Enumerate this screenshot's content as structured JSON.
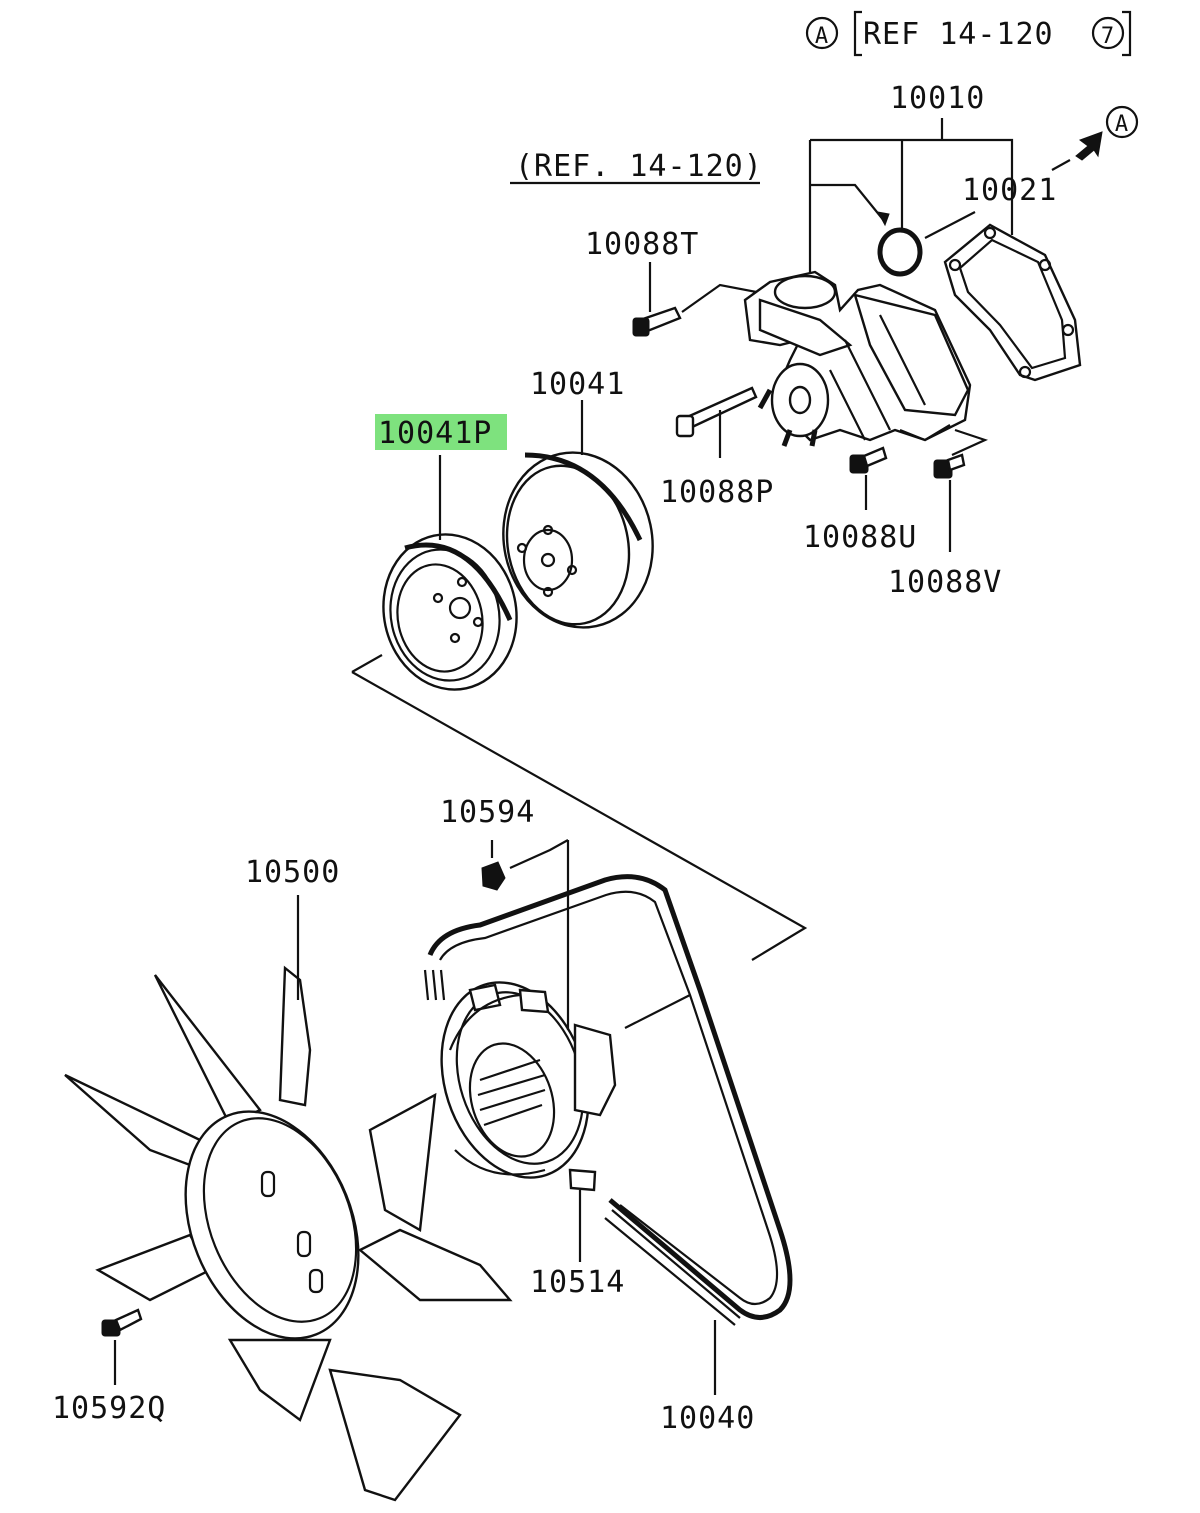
{
  "header": {
    "ref_marker_a": "A",
    "ref_text": "REF 14-120",
    "ref_marker_7": "7",
    "arrow_marker": "A"
  },
  "highlight_color": "#7ee27e",
  "labels": {
    "ref_14_120": "(REF. 14-120)",
    "p10010": "10010",
    "p10021": "10021",
    "p10088T": "10088T",
    "p10041": "10041",
    "p10041P": "10041P",
    "p10088P": "10088P",
    "p10088U": "10088U",
    "p10088V": "10088V",
    "p10594": "10594",
    "p10500": "10500",
    "p10514": "10514",
    "p10592Q": "10592Q",
    "p10040": "10040"
  },
  "highlighted_part": "10041P"
}
